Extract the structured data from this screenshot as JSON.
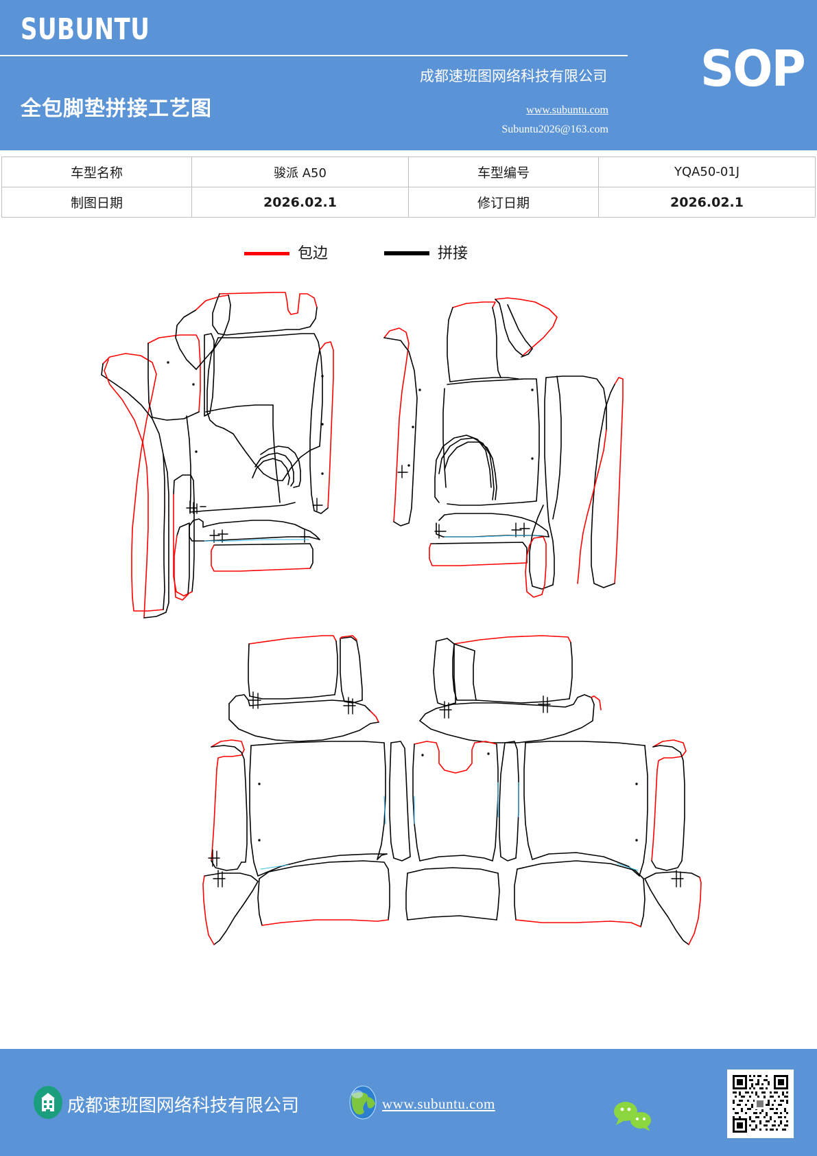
{
  "header": {
    "brand": "SUBUNTU",
    "doc_title": "全包脚垫拼接工艺图",
    "company": "成都速班图网络科技有限公司",
    "website": "www.subuntu.com",
    "email": "Subuntu2026@163.com",
    "badge": "SOP",
    "bg_color": "#5b94d6"
  },
  "info_table": {
    "rows": [
      {
        "label1": "车型名称",
        "value1": "骏派 A50",
        "label2": "车型编号",
        "value2": "YQA50-01J"
      },
      {
        "label1": "制图日期",
        "value1": "2026.02.1",
        "label2": "修订日期",
        "value2": "2026.02.1"
      }
    ]
  },
  "legend": {
    "items": [
      {
        "label": "包边",
        "color": "#ff0000",
        "name": "edging"
      },
      {
        "label": "拼接",
        "color": "#000000",
        "name": "splicing"
      }
    ]
  },
  "drawing": {
    "description": "全包脚垫拼接工艺图 - 前排左右脚垫及后排脚垫裁片拼接图",
    "line_colors": {
      "edging": "#ff0000",
      "splicing": "#000000",
      "marker": "#39bdf0"
    }
  },
  "footer": {
    "company": "成都速班图网络科技有限公司",
    "website": "www.subuntu.com",
    "bg_color": "#5b94d6",
    "icons": {
      "building": "building-icon",
      "globe": "globe-icon",
      "wechat": "wechat-icon",
      "qr": "qr-code"
    }
  }
}
